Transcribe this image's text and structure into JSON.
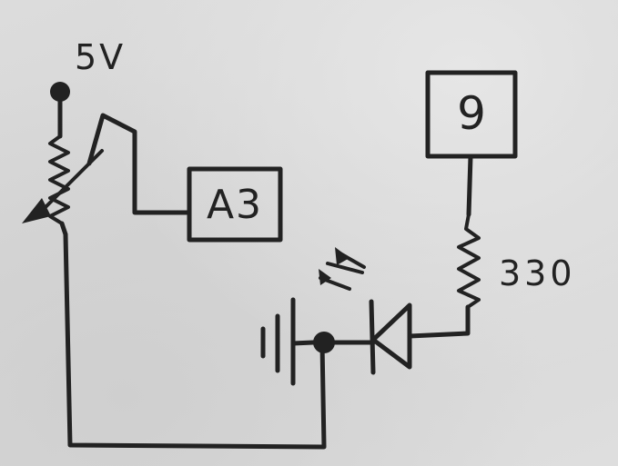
{
  "labels": {
    "supply": "5V",
    "analog_pin": "A3",
    "digital_pin": "9",
    "resistor": "330"
  },
  "colors": {
    "paper": "#d9d9d9",
    "ink": "#222222"
  }
}
